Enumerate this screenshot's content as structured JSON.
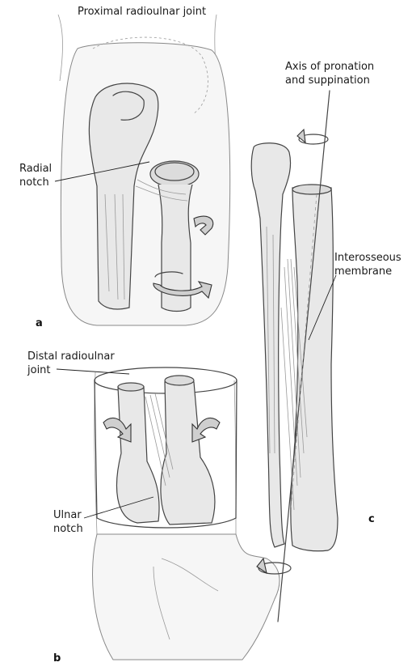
{
  "labels": {
    "proximal_radioulnar_joint": "Proximal radioulnar joint",
    "radial_notch_line1": "Radial",
    "radial_notch_line2": "notch",
    "axis_line1": "Axis of pronation",
    "axis_line2": "and suppination",
    "interosseous_line1": "Interosseous",
    "interosseous_line2": "membrane",
    "distal_line1": "Distal radioulnar",
    "distal_line2": "joint",
    "ulnar_notch_line1": "Ulnar",
    "ulnar_notch_line2": "notch"
  },
  "panels": {
    "a": "a",
    "b": "b",
    "c": "c"
  }
}
